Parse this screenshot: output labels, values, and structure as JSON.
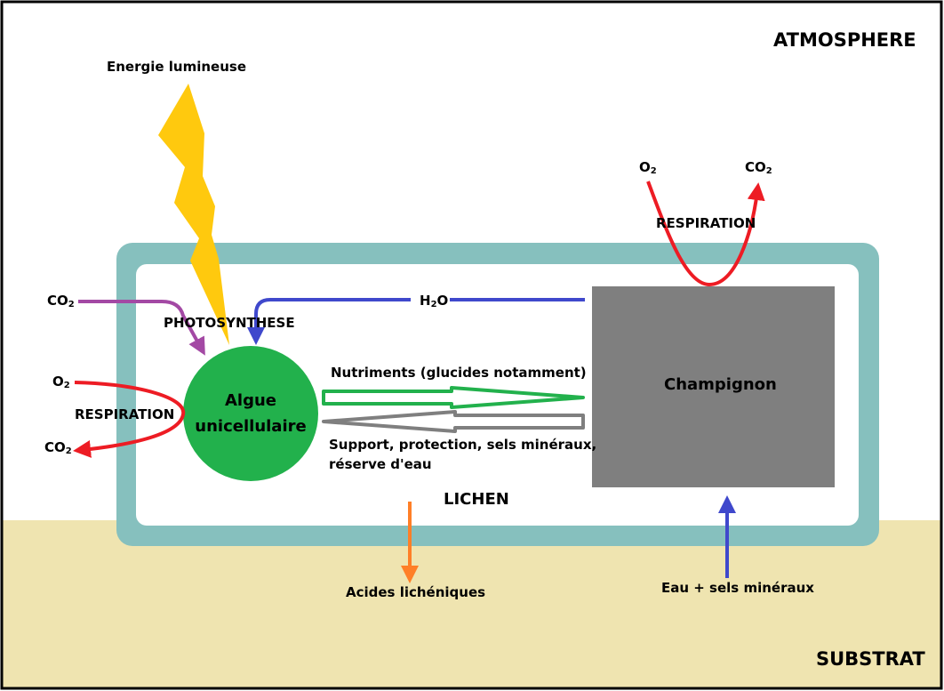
{
  "labels": {
    "atmosphere": "ATMOSPHERE",
    "substrat": "SUBSTRAT",
    "lichen": "LICHEN",
    "energie": "Energie lumineuse",
    "photosynthese": "PHOTOSYNTHESE",
    "respiration_algue": "RESPIRATION",
    "respiration_champignon": "RESPIRATION",
    "algue_line1": "Algue",
    "algue_line2": "unicellulaire",
    "champignon": "Champignon",
    "nutriments": "Nutriments (glucides notamment)",
    "support_line1": "Support, protection, sels minéraux,",
    "support_line2": "réserve d'eau",
    "acides": "Acides lichéniques",
    "eau_sels": "Eau + sels minéraux"
  },
  "chem": {
    "co2_in": {
      "base": "CO",
      "sub": "2"
    },
    "o2_in": {
      "base": "O",
      "sub": "2"
    },
    "co2_out": {
      "base": "CO",
      "sub": "2"
    },
    "h2o": {
      "base": "H",
      "sub": "2",
      "tail": "O"
    },
    "o2_top": {
      "base": "O",
      "sub": "2"
    },
    "co2_top": {
      "base": "CO",
      "sub": "2"
    }
  },
  "colors": {
    "substrate": "#efe4b0",
    "lichen_border": "#86c0be",
    "algue": "#22b14c",
    "champignon": "#7f7f7f",
    "lightning": "#ffc90e",
    "photosynthesis_arrow": "#a349a4",
    "water_arrow": "#3f48cc",
    "respiration_arrow": "#ed1c24",
    "acid_arrow": "#ff7f27",
    "nutrient_arrow": "#22b14c",
    "support_arrow": "#7f7f7f"
  }
}
